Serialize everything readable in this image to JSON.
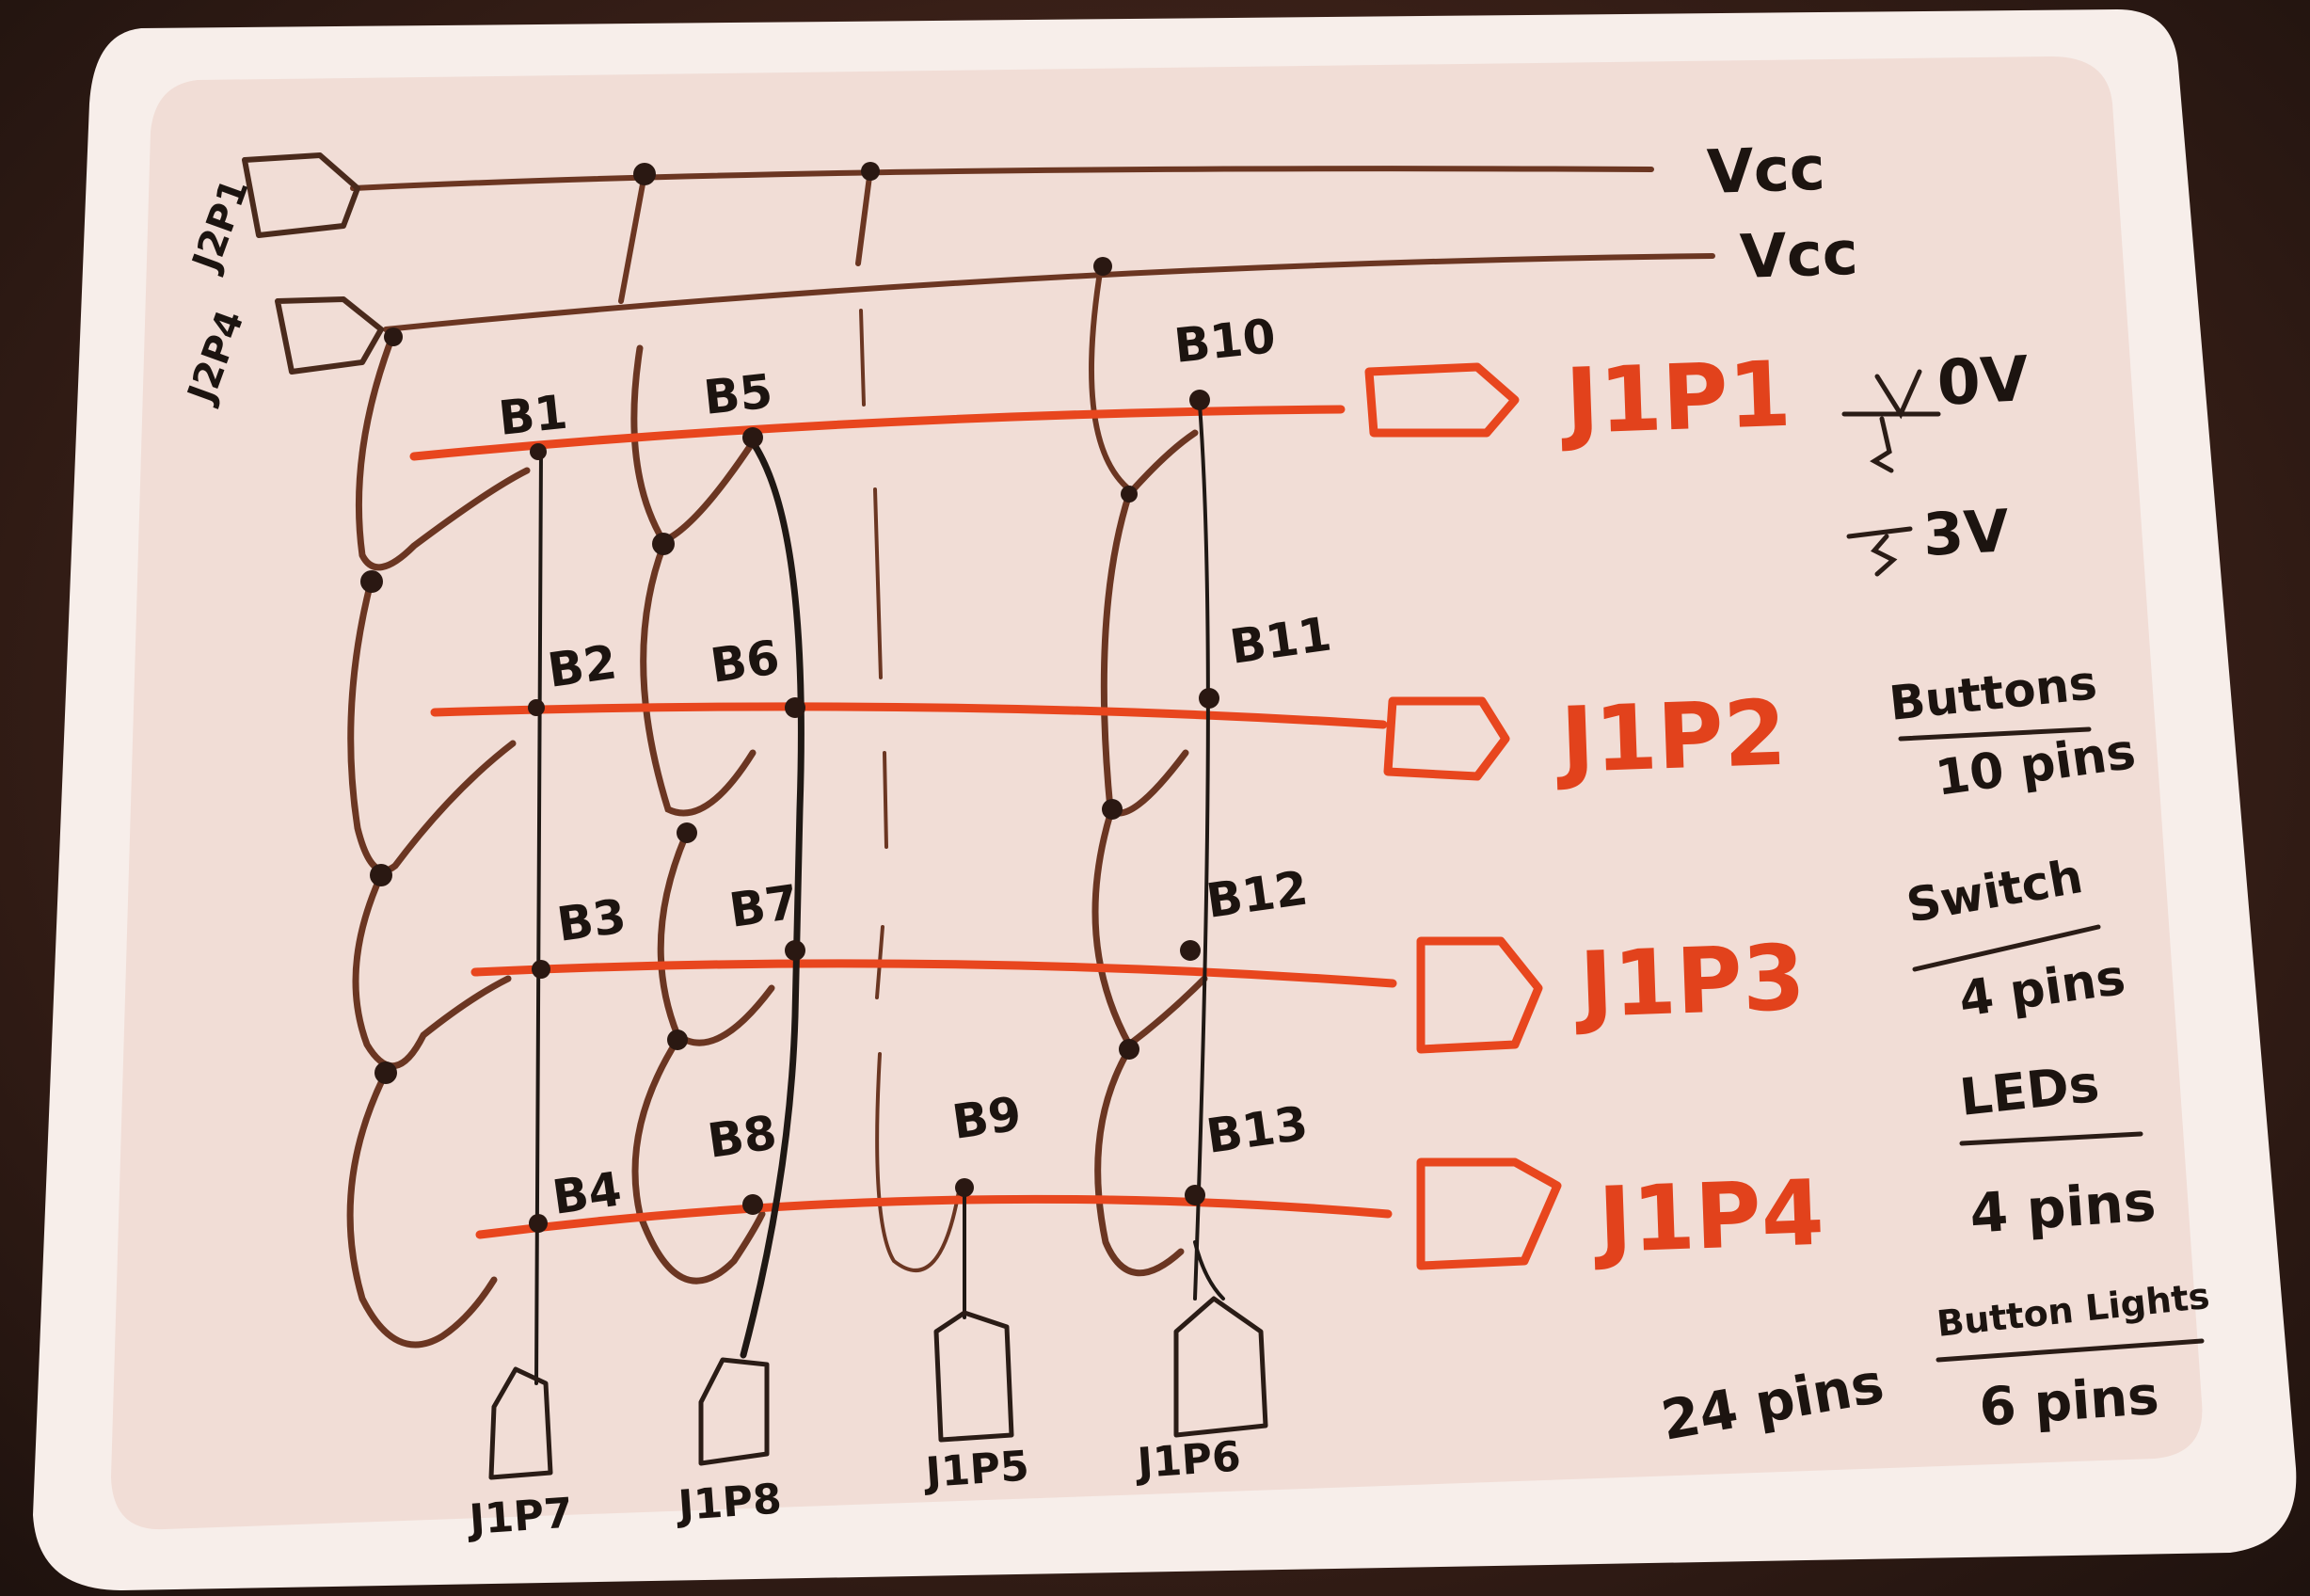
{
  "colors": {
    "board": "#f1ddd6",
    "frame": "#f7eeea",
    "red_trace": "#e8461e",
    "brown_trace": "#6b3622",
    "black_trace": "#1f1814",
    "red_text": "#e2421c",
    "black_text": "#1c1410"
  },
  "rails": {
    "top": {
      "label": "Vcc",
      "connector": "J2P1"
    },
    "second": {
      "label": "Vcc",
      "connector": "J2P4"
    }
  },
  "rows": [
    {
      "connector": "J1P1",
      "buttons": [
        "B1",
        "B5",
        "B10"
      ]
    },
    {
      "connector": "J1P2",
      "buttons": [
        "B2",
        "B6",
        "B11"
      ]
    },
    {
      "connector": "J1P3",
      "buttons": [
        "B3",
        "B7",
        "B12"
      ]
    },
    {
      "connector": "J1P4",
      "buttons": [
        "B4",
        "B8",
        "B9",
        "B13"
      ]
    }
  ],
  "bottom_connectors": [
    "J1P7",
    "J1P8",
    "J1P5",
    "J1P6"
  ],
  "legend": {
    "zero_v": "0V",
    "three_v": "3V",
    "groups": [
      {
        "name": "Buttons",
        "pins": "10 pins"
      },
      {
        "name": "Switch",
        "pins": "4 pins"
      },
      {
        "name": "LEDs",
        "pins": "4 pins"
      },
      {
        "name": "Button Lights",
        "pins": "6 pins"
      }
    ],
    "total": "24 pins"
  }
}
